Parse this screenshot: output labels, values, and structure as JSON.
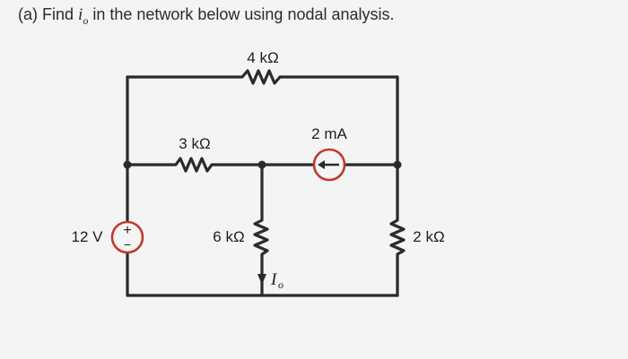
{
  "question": {
    "prefix": "(a)  Find ",
    "variable": "i",
    "subscript": "o",
    "suffix": " in the network below using nodal analysis."
  },
  "components": {
    "r_top": "4 kΩ",
    "r_left": "3 kΩ",
    "r_middle": "6 kΩ",
    "r_right": "2 kΩ",
    "current_source": "2 mA",
    "voltage_source": "12 V",
    "source_plus": "+",
    "source_minus": "−"
  },
  "current_label": {
    "main": "I",
    "sub": "o"
  },
  "colors": {
    "wire": "#2a2a2a",
    "source": "#c0392b",
    "text": "#1e1e1e"
  }
}
